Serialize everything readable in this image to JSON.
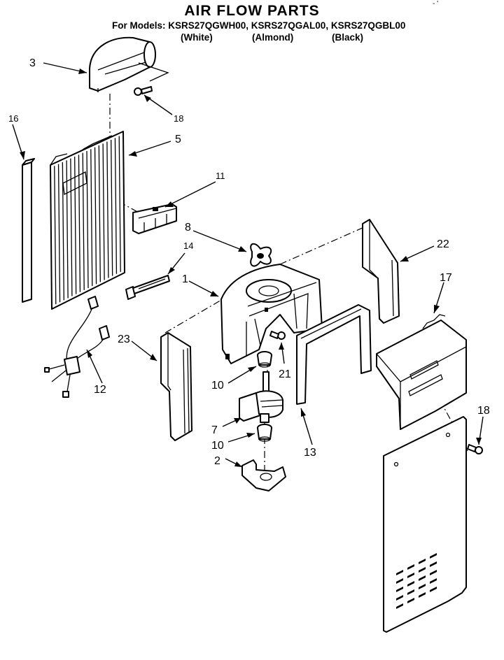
{
  "header": {
    "title": "AIR FLOW PARTS",
    "models": "For Models: KSRS27QGWH00, KSRS27QGAL00, KSRS27QGBL00",
    "colors": [
      "(White)",
      "(Almond)",
      "(Black)"
    ],
    "corner_mark": "- '"
  },
  "callouts": [
    {
      "id": "3",
      "label": "3"
    },
    {
      "id": "18a",
      "label": "18"
    },
    {
      "id": "16",
      "label": "16"
    },
    {
      "id": "5",
      "label": "5"
    },
    {
      "id": "11",
      "label": "11"
    },
    {
      "id": "8",
      "label": "8"
    },
    {
      "id": "14",
      "label": "14"
    },
    {
      "id": "1",
      "label": "1"
    },
    {
      "id": "22",
      "label": "22"
    },
    {
      "id": "17",
      "label": "17"
    },
    {
      "id": "23",
      "label": "23"
    },
    {
      "id": "21",
      "label": "21"
    },
    {
      "id": "10a",
      "label": "10"
    },
    {
      "id": "12",
      "label": "12"
    },
    {
      "id": "13",
      "label": "13"
    },
    {
      "id": "18b",
      "label": "18"
    },
    {
      "id": "7",
      "label": "7"
    },
    {
      "id": "10b",
      "label": "10"
    },
    {
      "id": "2",
      "label": "2"
    }
  ]
}
